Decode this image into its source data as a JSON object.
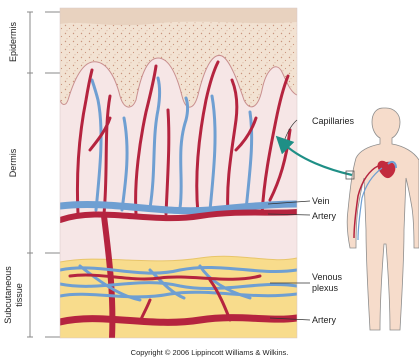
{
  "layers": {
    "epidermis": "Epidermis",
    "dermis": "Dermis",
    "subcutaneous_line1": "Subcutaneous",
    "subcutaneous_line2": "tissue"
  },
  "labels": {
    "capillaries": "Capillaries",
    "vein": "Vein",
    "artery_upper": "Artery",
    "venous_plexus_line1": "Venous",
    "venous_plexus_line2": "plexus",
    "artery_lower": "Artery"
  },
  "copyright": "Copyright © 2006 Lippincott Williams & Wilkins.",
  "colors": {
    "artery": "#b5243f",
    "vein": "#6f9fd2",
    "epidermis": "#f2e2d2",
    "dermis": "#f6e6e6",
    "fat": "#f8dc8c",
    "pointer_arrow": "#1f8f86",
    "silhouette": "#f6dccb"
  }
}
